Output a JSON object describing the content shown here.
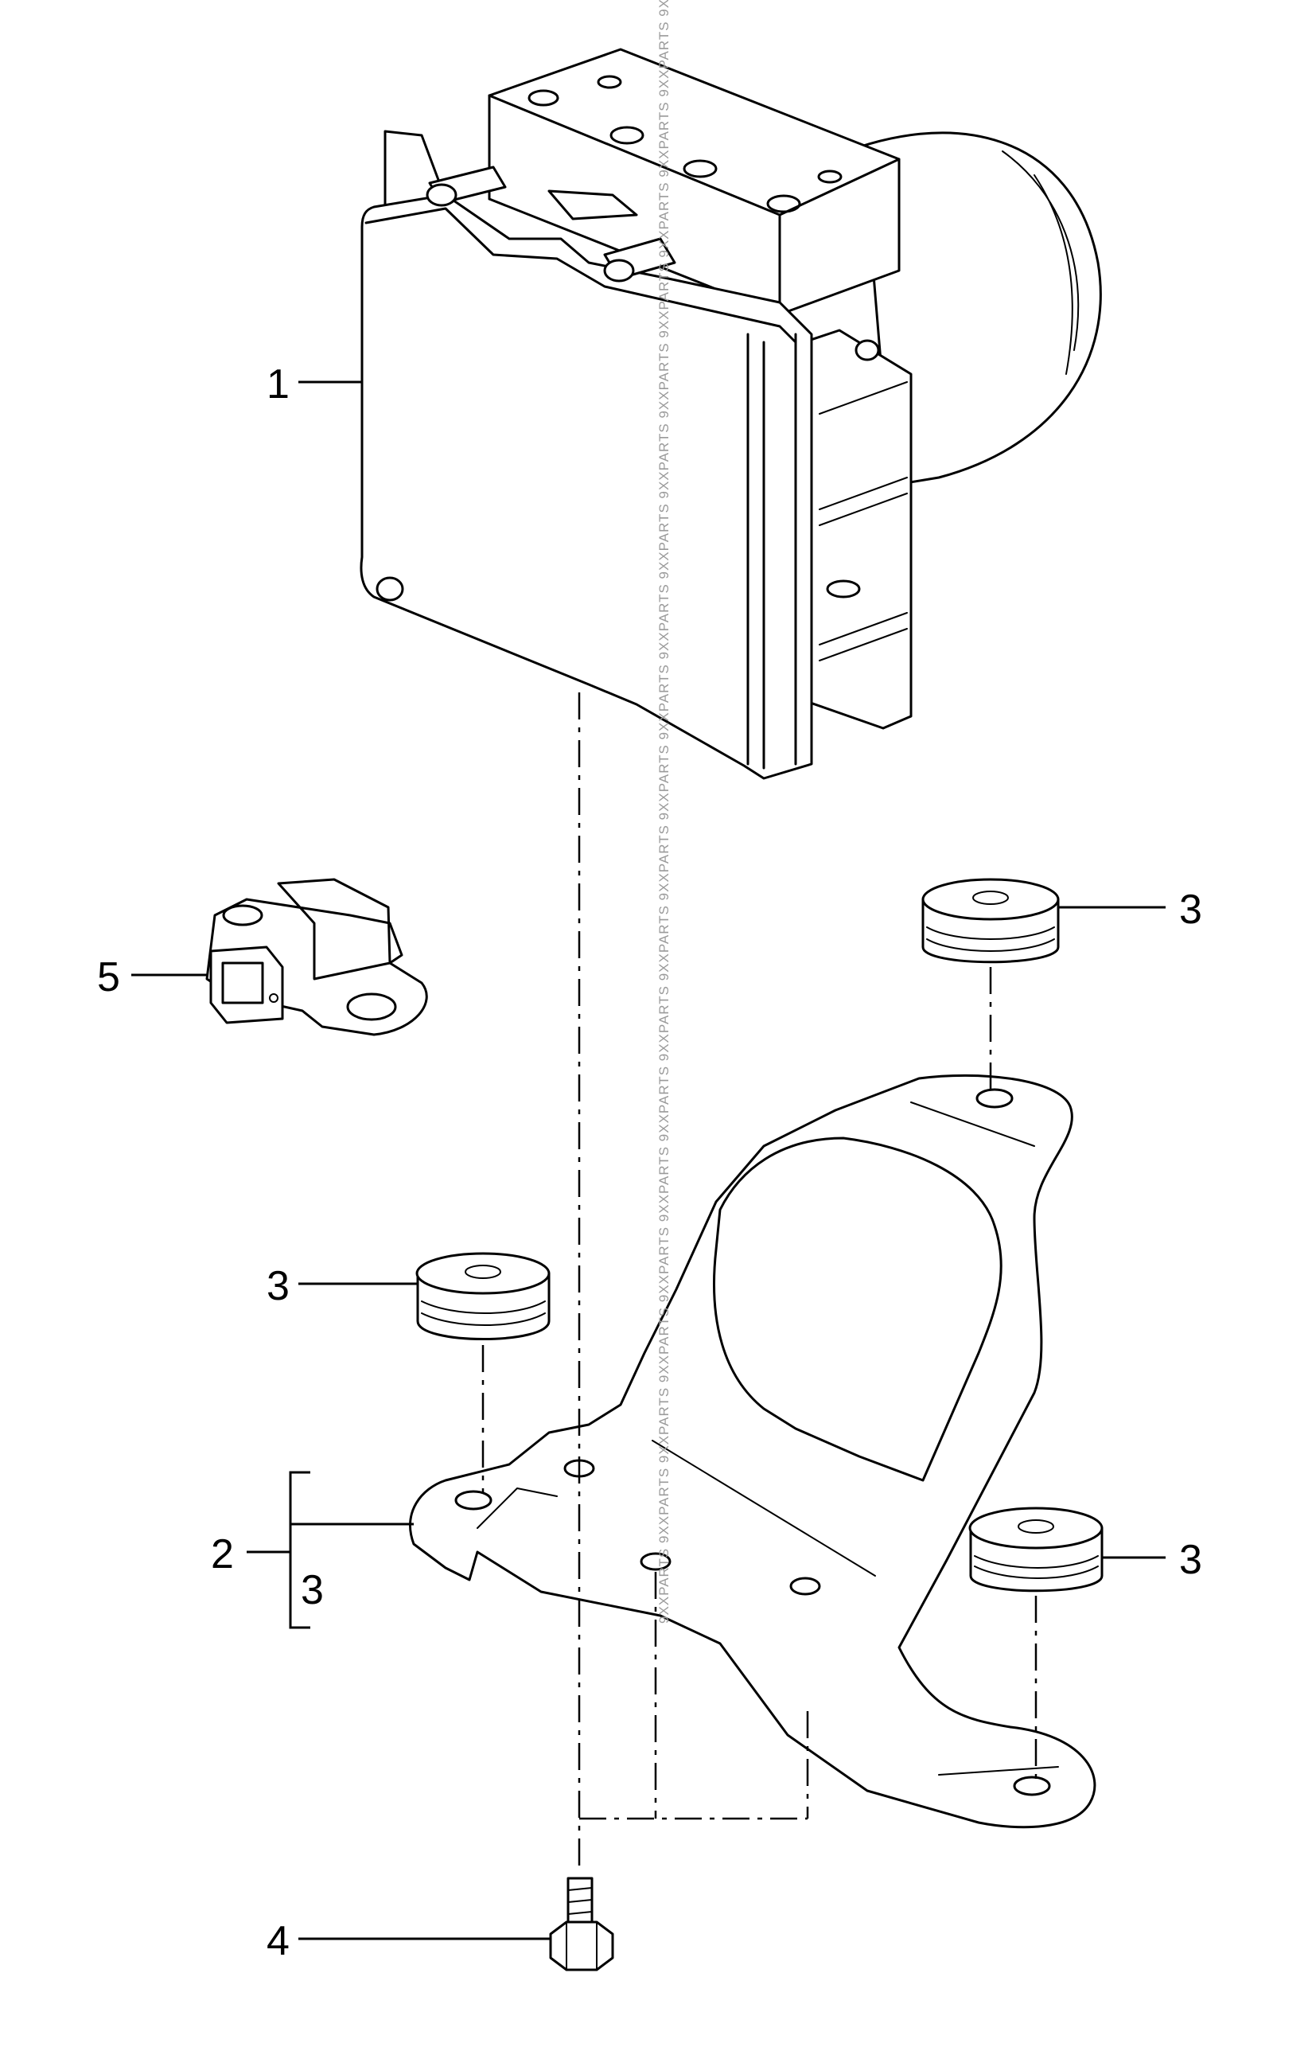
{
  "diagram": {
    "callouts": {
      "c1": "1",
      "c2": "2",
      "c2b": "3",
      "c3a": "3",
      "c3b": "3",
      "c3c": "3",
      "c4": "4",
      "c5": "5"
    },
    "watermark": "9XXPARTS 9XXPARTS 9XXPARTS 9XXPARTS 9XXPARTS 9XXPARTS 9XXPARTS 9XXPARTS 9XXPARTS 9XXPARTS 9XXPARTS 9XXPARTS 9XXPARTS 9XXPARTS 9XXPARTS 9XXPARTS 9XXPARTS 9XXPARTS 9XXPARTS 9XXPARTS 9XXPARTS 9XXPARTS 9XXPARTS 9XXPARTS 9XXPARTS 9XXPARTS"
  }
}
